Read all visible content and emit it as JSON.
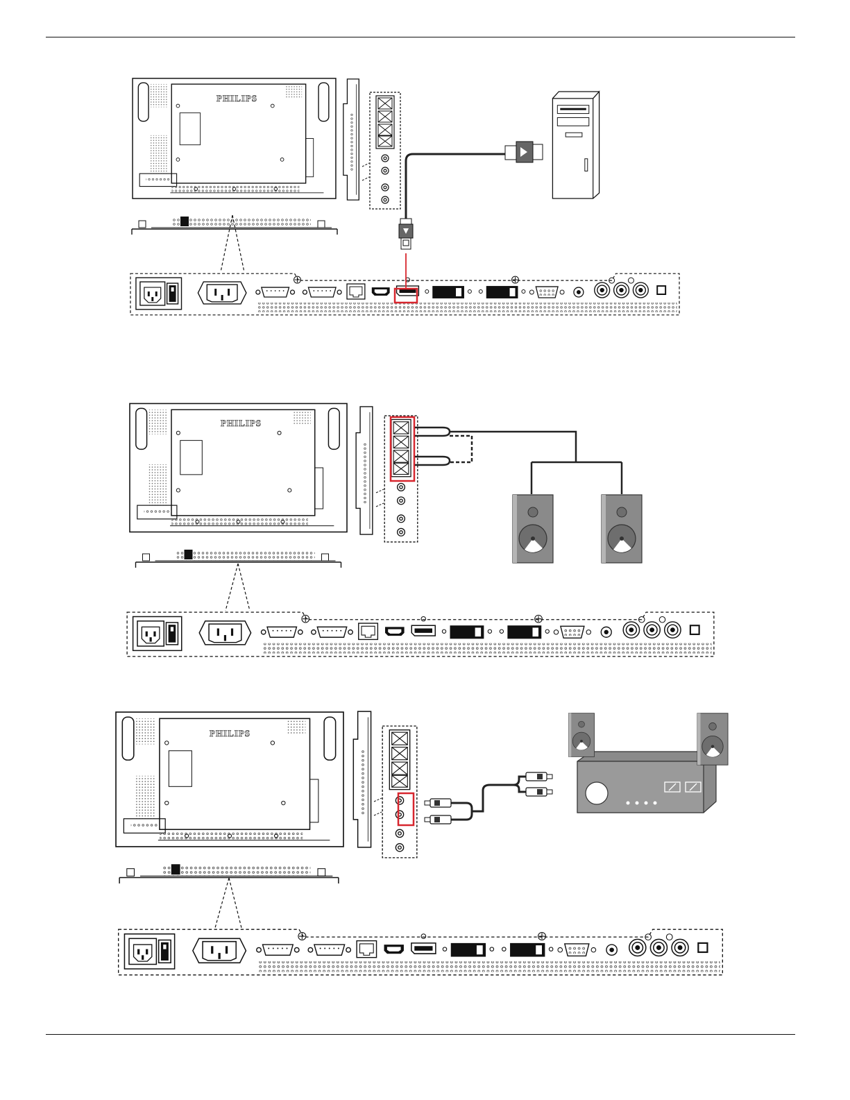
{
  "brand": {
    "logo_text": "PHILIPS"
  },
  "colors": {
    "highlight": "#d7262e",
    "cable": "#222222",
    "speaker_body": "#8a8a8a",
    "line": "#111111"
  },
  "icons": {
    "monitor_rear": "monitor-rear-icon",
    "pc": "desktop-pc-icon",
    "speaker": "speaker-icon",
    "amplifier": "amplifier-icon",
    "dp_plug": "displayport-plug-icon",
    "rca_plug": "rca-plug-icon"
  },
  "diagrams": [
    {
      "name": "displayport-to-pc",
      "highlight": "displayport-out"
    },
    {
      "name": "external-speakers",
      "highlight": "speaker-terminals"
    },
    {
      "name": "audio-amplifier",
      "highlight": "audio-out"
    }
  ]
}
